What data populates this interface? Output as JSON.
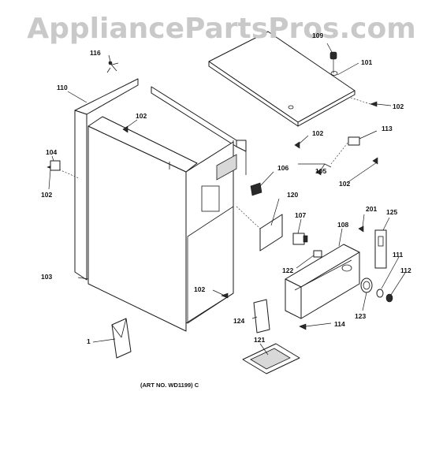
{
  "watermark": "AppliancePartsPros.com",
  "art_number": "(ART NO. WD1199) C",
  "callouts": {
    "c1": "1",
    "c101": "101",
    "c102a": "102",
    "c102b": "102",
    "c102c": "102",
    "c102d": "102",
    "c102e": "102",
    "c102f": "102",
    "c103": "103",
    "c104": "104",
    "c105": "105",
    "c106": "106",
    "c107": "107",
    "c108": "108",
    "c109": "109",
    "c110": "110",
    "c111": "111",
    "c112": "112",
    "c113": "113",
    "c114": "114",
    "c116": "116",
    "c120": "120",
    "c121": "121",
    "c122": "122",
    "c123": "123",
    "c124": "124",
    "c125": "125",
    "c201": "201"
  }
}
